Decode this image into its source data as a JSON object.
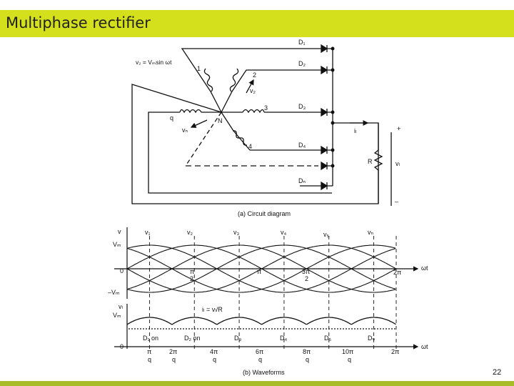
{
  "slide": {
    "title": "Multiphase rectifier",
    "page_number": "22",
    "colors": {
      "title_bar": "#d4e01c",
      "bottom_bar": "#a8bc2a"
    }
  },
  "circuit": {
    "caption": "(a) Circuit diagram",
    "source_equation": "v₂ = Vₘsin ωt",
    "winding_labels": [
      "1",
      "2",
      "3",
      "4",
      "q"
    ],
    "voltage_labels": [
      "v₂",
      "vₙ"
    ],
    "neutral_label": "N",
    "diodes": [
      "D₁",
      "D₂",
      "D₃",
      "D₄",
      "Dₙ"
    ],
    "load_resistor": "R",
    "load_current": "iₗ",
    "load_voltage": "vₗ",
    "plus_sign": "+",
    "minus_sign": "–"
  },
  "waveforms": {
    "caption": "(b) Waveforms",
    "top_axis_v": "v",
    "top_axis_wt": "ωt",
    "phase_labels": [
      "v₁",
      "v₂",
      "v₃",
      "v₄",
      "v₅",
      "vₙ"
    ],
    "top_y_labels": [
      "Vₘ",
      "0",
      "–Vₘ"
    ],
    "top_x_labels": [
      {
        "num": "π",
        "den": "2"
      },
      {
        "num": "π",
        "den": ""
      },
      {
        "num": "3π",
        "den": "2"
      },
      {
        "num": "2π",
        "den": ""
      }
    ],
    "bottom_axis_v": "vₗ",
    "bottom_axis_wt": "ωt",
    "bottom_y_labels": [
      "Vₘ",
      "0"
    ],
    "current_eq": "iₗ = vₗ/R",
    "conduction": [
      "D₁ on",
      "D₂ on",
      "D₃",
      "D₄",
      "D₅",
      "Dₙ"
    ],
    "bottom_x_labels": [
      {
        "num": "π",
        "den": "q"
      },
      {
        "num": "2π",
        "den": "q"
      },
      {
        "num": "4π",
        "den": "q"
      },
      {
        "num": "6π",
        "den": "q"
      },
      {
        "num": "8π",
        "den": "q"
      },
      {
        "num": "10π",
        "den": "q"
      },
      {
        "num": "2π",
        "den": ""
      }
    ]
  }
}
